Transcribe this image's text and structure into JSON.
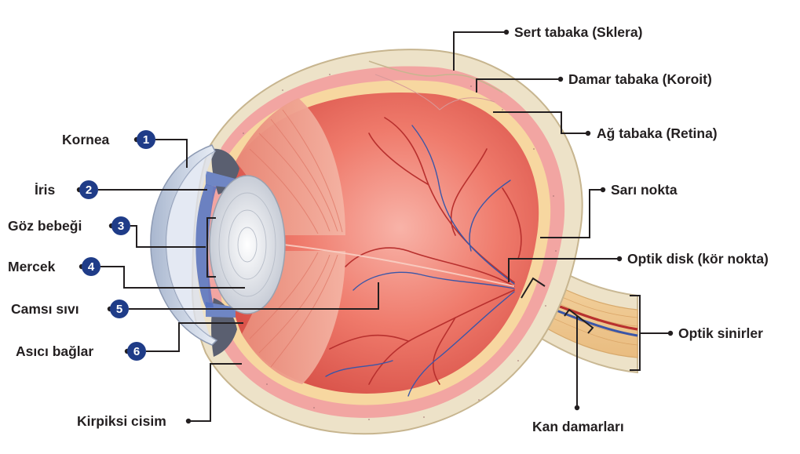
{
  "labels": {
    "kornea": "Kornea",
    "iris": "İris",
    "goz_bebegi": "Göz bebeği",
    "mercek": "Mercek",
    "camsi_sivi": "Camsı sıvı",
    "asici_baglar": "Asıcı bağlar",
    "kirpiksi_cisim": "Kirpiksi cisim",
    "sert_tabaka": "Sert tabaka (Sklera)",
    "damar_tabaka": "Damar tabaka (Koroit)",
    "ag_tabaka": "Ağ tabaka (Retina)",
    "sari_nokta": "Sarı nokta",
    "optik_disk": "Optik disk (kör nokta)",
    "optik_sinirler": "Optik sinirler",
    "kan_damarlari": "Kan damarları"
  },
  "numbers": {
    "kornea": "1",
    "iris": "2",
    "goz_bebegi": "3",
    "mercek": "4",
    "camsi_sivi": "5",
    "asici_baglar": "6"
  },
  "colors": {
    "badge": "#1f3c88",
    "sclera": "#ede2c8",
    "choroid": "#f2a5a2",
    "retina": "#f7d7a0",
    "interior": "#ee7366",
    "vessel_red": "#b8302e",
    "vessel_blue": "#3a56a8",
    "cornea": "#c8d4e6",
    "lens": "#dfe3ea"
  }
}
